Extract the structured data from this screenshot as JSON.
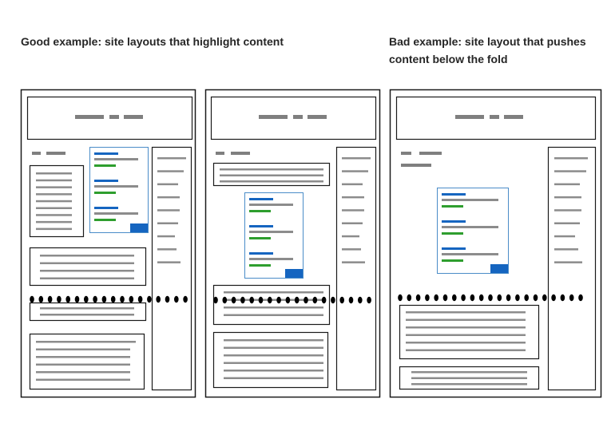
{
  "captions": {
    "good": "Good example: site layouts that highlight content",
    "bad": "Bad example: site layout that pushes content below the fold"
  },
  "colors": {
    "frame": "#1a1a1a",
    "placeholder_text": "#8c8c8c",
    "title_bar": "#7f7f7f",
    "ad_link": "#1565c0",
    "ad_url": "#2e9e2e",
    "ad_text": "#8c8c8c",
    "ad_badge": "#1565c0",
    "ad_border": "#4a8cc8",
    "fold_dots": "#000000"
  },
  "mockups": [
    {
      "example": "good",
      "ad_position": "top, beside content"
    },
    {
      "example": "good",
      "ad_position": "middle, above the fold"
    },
    {
      "example": "bad",
      "ad_position": "large, pushes content below the fold"
    }
  ]
}
